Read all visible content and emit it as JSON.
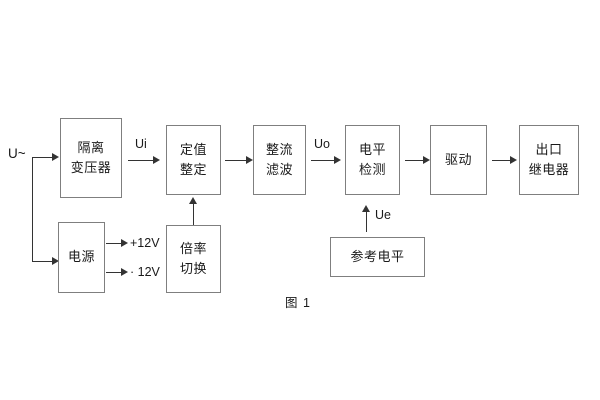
{
  "figure": {
    "caption": "图 1",
    "border_color": "#7f7f7f",
    "line_color": "#333333",
    "background": "#ffffff"
  },
  "blocks": [
    {
      "id": "isolation-transformer",
      "lines": [
        "隔离",
        "变压器"
      ]
    },
    {
      "id": "setting-value",
      "lines": [
        "定值",
        "整定"
      ]
    },
    {
      "id": "rectify-filter",
      "lines": [
        "整流",
        "滤波"
      ]
    },
    {
      "id": "level-detection",
      "lines": [
        "电平",
        "检测"
      ]
    },
    {
      "id": "drive",
      "lines": [
        "驱动"
      ]
    },
    {
      "id": "output-relay",
      "lines": [
        "出口",
        "继电器"
      ]
    },
    {
      "id": "power-supply",
      "lines": [
        "电源"
      ]
    },
    {
      "id": "multiplier-switch",
      "lines": [
        "倍率",
        "切换"
      ]
    },
    {
      "id": "reference-level",
      "lines": [
        "参考电平"
      ]
    }
  ],
  "signals": {
    "input": "U~",
    "ui": "Ui",
    "uo": "Uo",
    "ue": "Ue",
    "rail_positive": "+12V",
    "rail_negative": "· 12V"
  }
}
